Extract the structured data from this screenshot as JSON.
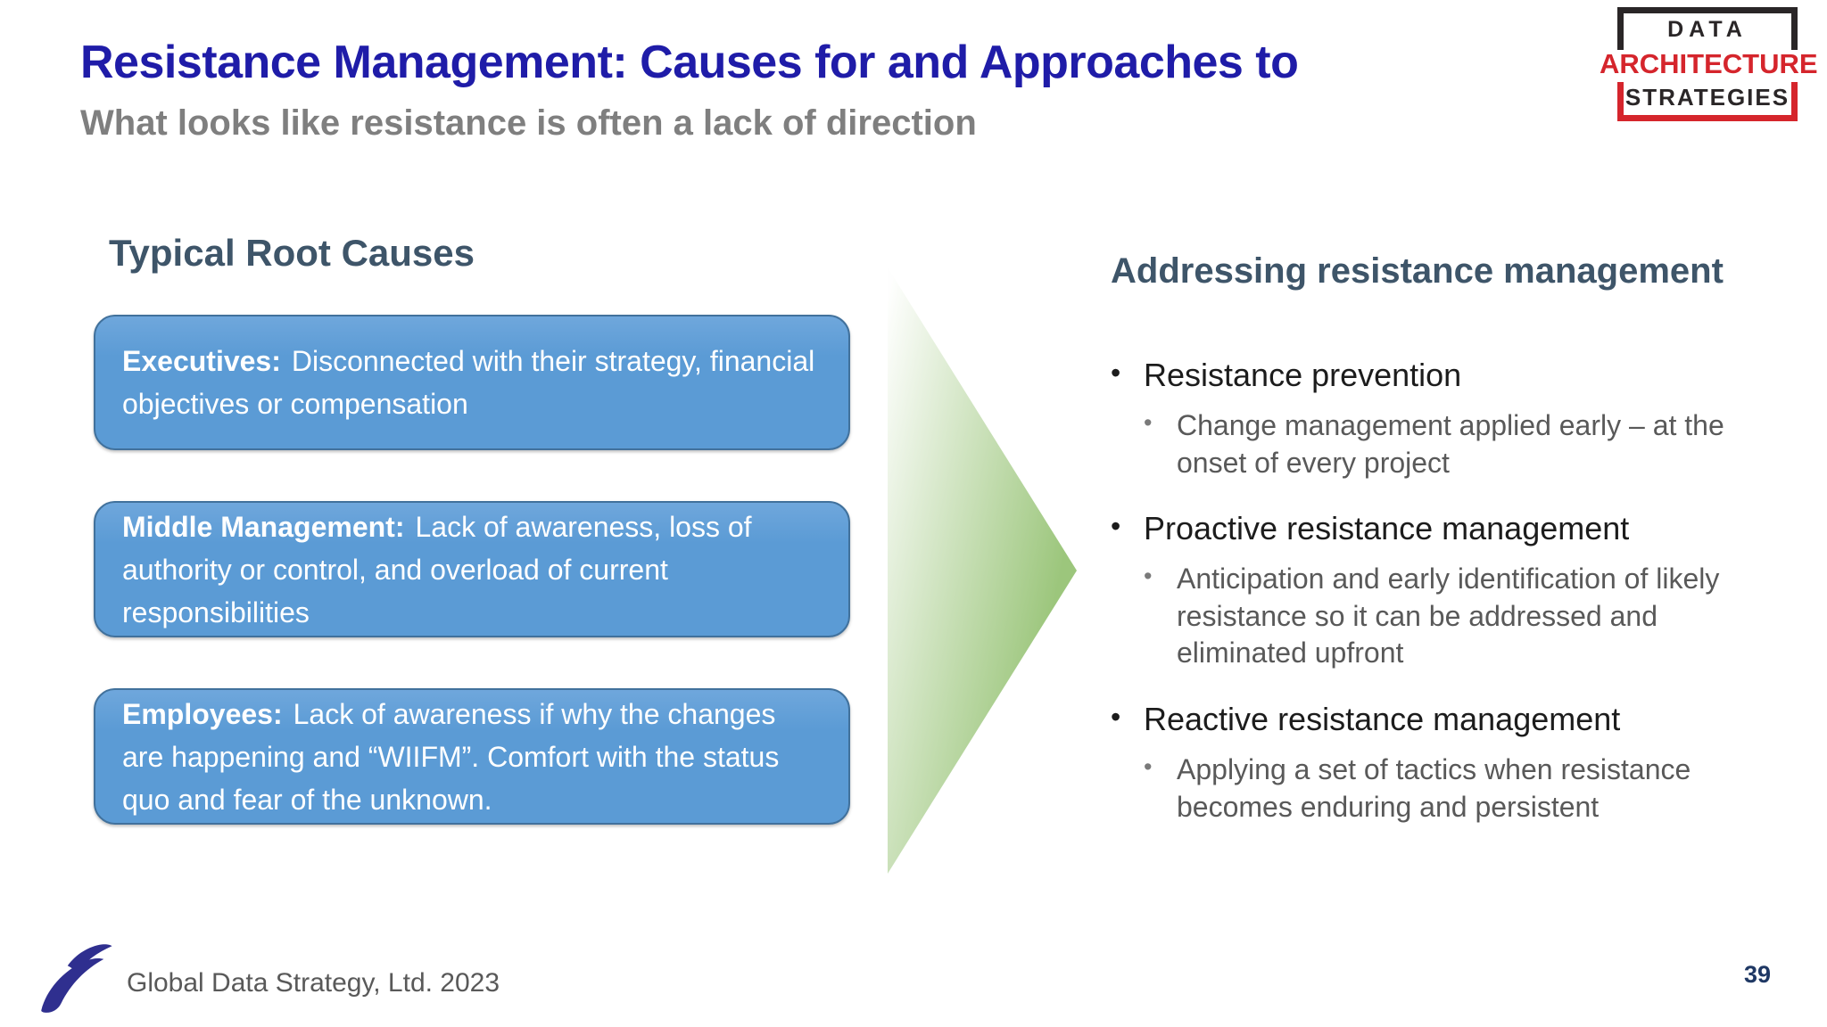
{
  "slide": {
    "title": "Resistance Management: Causes for and Approaches to",
    "subtitle": "What looks like resistance is often a lack of direction",
    "footer_text": "Global Data Strategy, Ltd. 2023",
    "page_number": "39"
  },
  "brand_logo": {
    "line1": "DATA",
    "line2": "ARCHITECTURE",
    "line3": "STRATEGIES"
  },
  "left": {
    "heading": "Typical Root Causes",
    "boxes": [
      {
        "label": "Executives:",
        "text": "Disconnected with their strategy, financial objectives or compensation"
      },
      {
        "label": "Middle Management:",
        "text": "Lack of awareness, loss of authority or control, and overload of current responsibilities"
      },
      {
        "label": "Employees:",
        "text": "Lack of awareness if why the changes are happening and “WIIFM”.  Comfort with the status quo and fear of the unknown."
      }
    ]
  },
  "right": {
    "heading": "Addressing resistance management",
    "bullets": [
      {
        "label": "Resistance prevention",
        "sub": [
          "Change management applied early – at the onset of every project"
        ]
      },
      {
        "label": "Proactive resistance management",
        "sub": [
          "Anticipation and early identification of likely resistance so it can be addressed and eliminated upfront"
        ]
      },
      {
        "label": "Reactive resistance management",
        "sub": [
          "Applying a set of tactics when resistance becomes enduring and persistent"
        ]
      }
    ]
  },
  "colors": {
    "title_blue": "#1f1ca8",
    "subtitle_gray": "#7f7f7f",
    "section_heading_slate": "#3e5569",
    "box_fill_blue": "#5b9bd5",
    "box_border_blue": "#41719c",
    "arrow_green": "#9cc67c",
    "logo_red": "#d5252c",
    "logo_black": "#2a2627",
    "swoosh_navy": "#2f2f8f",
    "body_black": "#1c1c1c",
    "sub_bullet_gray": "#595959",
    "page_number_navy": "#1f3864"
  }
}
